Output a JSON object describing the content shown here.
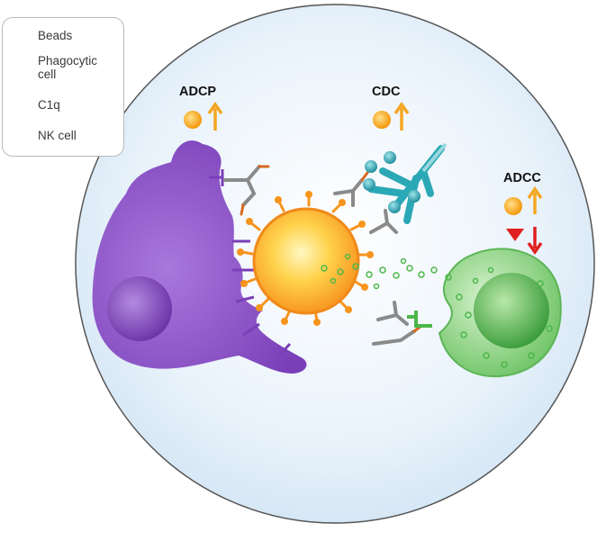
{
  "legend": {
    "beads": "Beads",
    "phagocytic_line1": "Phagocytic",
    "phagocytic_line2": "cell",
    "c1q": "C1q",
    "nk_cell": "NK cell"
  },
  "labels": {
    "adcp": "ADCP",
    "cdc": "CDC",
    "adcc": "ADCC"
  },
  "colors": {
    "bead": "#f7941d",
    "phagocyte": "#8b55c4",
    "c1q": "#2ba8b6",
    "nk_cell": "#4cb74a",
    "antibody": "#8a8a8a",
    "up_arrow": "#f5a623",
    "down_arrow": "#e02020"
  }
}
